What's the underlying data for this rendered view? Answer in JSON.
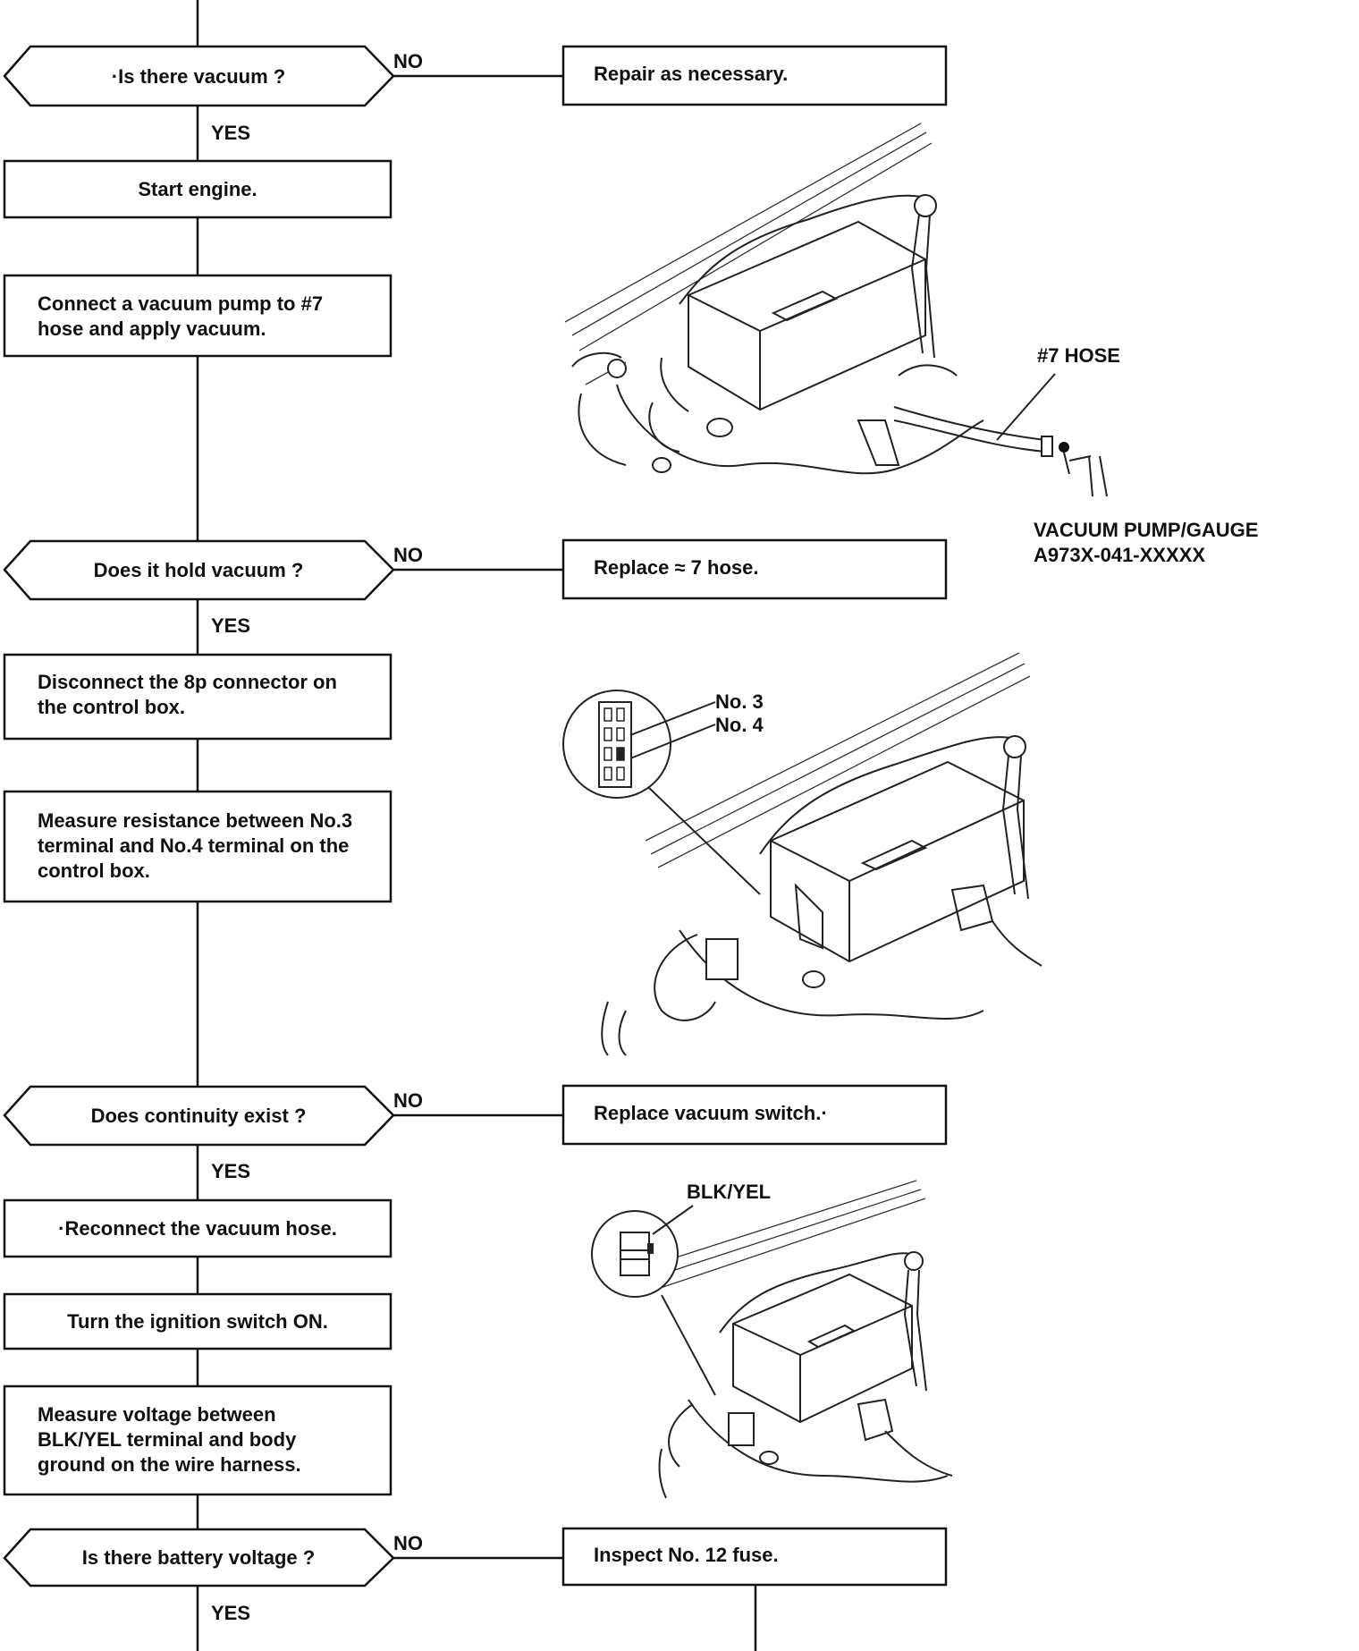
{
  "flow": {
    "branch_no": "NO",
    "branch_yes": "YES",
    "decision_1": "·Is there vacuum ?",
    "result_1": "Repair as necessary.",
    "step_start": "Start engine.",
    "step_connect": [
      "Connect a vacuum pump to #7",
      "hose and apply vacuum."
    ],
    "decision_2": "Does it hold vacuum ?",
    "result_2": "Replace ≈ 7 hose.",
    "step_disconnect": [
      "Disconnect the 8p connector on",
      "the control box."
    ],
    "step_measure_res": [
      "Measure resistance between No.3",
      "terminal and No.4 terminal on the",
      "control box."
    ],
    "decision_3": "Does continuity exist ?",
    "result_3": "Replace vacuum switch.·",
    "step_reconnect": "·Reconnect the vacuum hose.",
    "step_ignition": "Turn the ignition switch ON.",
    "step_measure_volt": [
      "Measure voltage between",
      "BLK/YEL terminal and body",
      "ground on the wire harness."
    ],
    "decision_4": "Is there battery voltage ?",
    "result_4": "Inspect No. 12 fuse."
  },
  "illustrations": {
    "hose": {
      "label": "#7 HOSE",
      "tool_line1": "VACUUM PUMP/GAUGE",
      "tool_line2": "A973X-041-XXXXX"
    },
    "connector": {
      "label_no3": "No. 3",
      "label_no4": "No. 4"
    },
    "harness": {
      "label": "BLK/YEL"
    }
  }
}
